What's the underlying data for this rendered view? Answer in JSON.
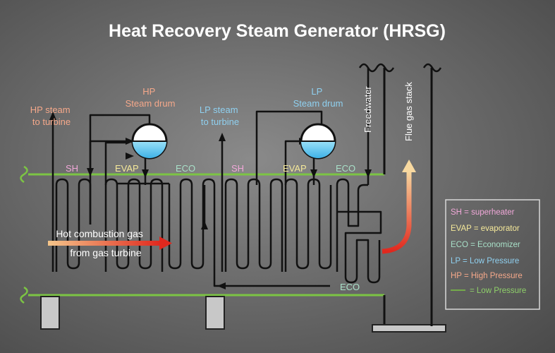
{
  "title": "Heat Recovery Steam Generator (HRSG)",
  "labels": {
    "hp_steam_l1": "HP steam",
    "hp_steam_l2": "to turbine",
    "hp_drum_l1": "HP",
    "hp_drum_l2": "Steam drum",
    "lp_steam_l1": "LP steam",
    "lp_steam_l2": "to turbine",
    "lp_drum_l1": "LP",
    "lp_drum_l2": "Steam drum",
    "freedwater": "Freedwater",
    "flue_gas_stack": "Flue gas stack",
    "sh1": "SH",
    "evap1": "EVAP",
    "eco1": "ECO",
    "sh2": "SH",
    "evap2": "EVAP",
    "eco2": "ECO",
    "eco3": "ECO",
    "hot_gas_l1": "Hot combustion gas",
    "hot_gas_l2": "from gas turbine"
  },
  "legend": [
    {
      "text": "SH = superheater",
      "color": "#f0a8d8"
    },
    {
      "text": "EVAP = evaporator",
      "color": "#f5e99a"
    },
    {
      "text": "ECO = Economizer",
      "color": "#a8e0c8"
    },
    {
      "text": "LP = Low Pressure",
      "color": "#8fd0f0"
    },
    {
      "text": "HP = High Pressure",
      "color": "#f5a88a"
    },
    {
      "text": "= Low Pressure",
      "color": "#8fd06a"
    }
  ],
  "colors": {
    "hp": "#f5a88a",
    "lp": "#8fd0f0",
    "sh": "#f0a8d8",
    "evap": "#f5e99a",
    "eco": "#a8e0c8",
    "green": "#7cc444",
    "pipe": "#111111",
    "white": "#ffffff",
    "drum_water": "#5cc8ef",
    "gas_hot": "#e0281e",
    "gas_cool": "#f5c58a"
  }
}
